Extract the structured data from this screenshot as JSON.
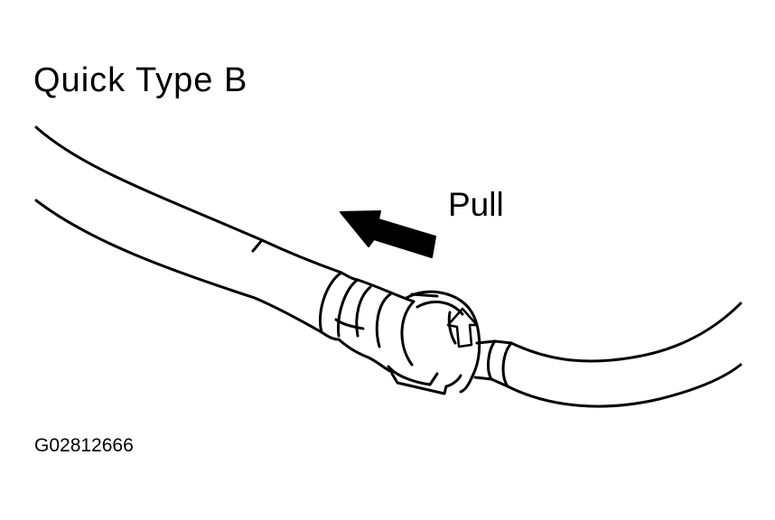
{
  "diagram": {
    "title": "Quick Type B",
    "pull_label": "Pull",
    "figure_id": "G02812666"
  },
  "colors": {
    "line": "#000000",
    "background": "#ffffff"
  },
  "icons": {
    "direction": "arrow-left-icon"
  }
}
